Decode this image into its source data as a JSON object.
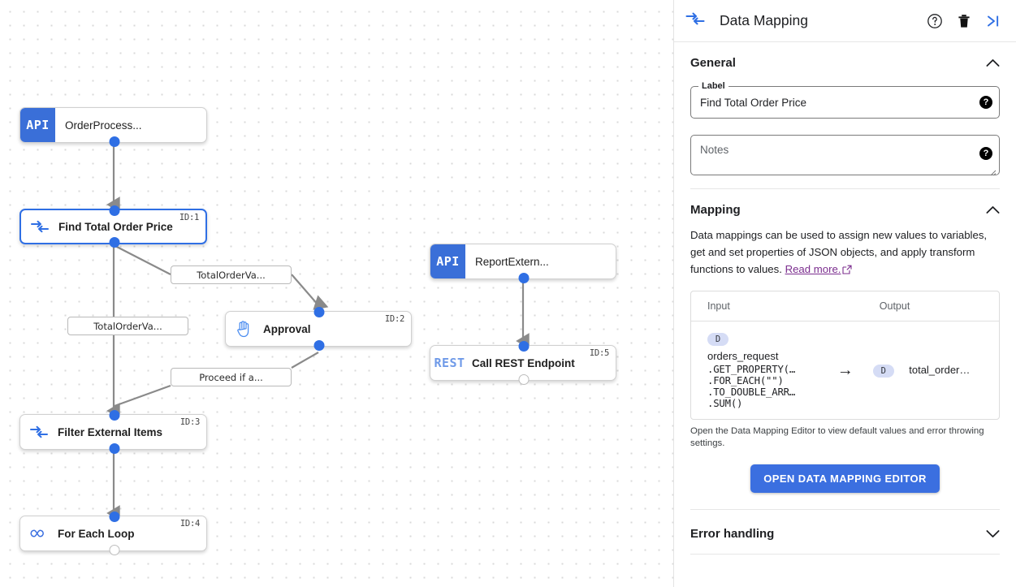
{
  "panel": {
    "header": {
      "icon": "data-mapping-icon",
      "title": "Data Mapping",
      "help_icon": "help-circle-icon",
      "delete_icon": "trash-icon",
      "collapse_icon": "collapse-panel-icon"
    },
    "general": {
      "title": "General",
      "collapse_state": "expanded",
      "label_field": {
        "legend": "Label",
        "value": "Find Total Order Price",
        "help": "?"
      },
      "notes_field": {
        "placeholder": "Notes",
        "value": "",
        "help": "?"
      }
    },
    "mapping": {
      "title": "Mapping",
      "collapse_state": "expanded",
      "description_part1": "Data mappings can be used to assign new values to variables, get and set properties of JSON objects, and apply transform functions to values. ",
      "read_more": "Read more.",
      "columns": [
        "Input",
        "Output"
      ],
      "row": {
        "input_badge": "D",
        "input_var": "orders_request",
        "input_functions": [
          ".GET_PROPERTY(…",
          ".FOR_EACH(\"\")",
          ".TO_DOUBLE_ARR…",
          ".SUM()"
        ],
        "arrow": "→",
        "output_badge": "D",
        "output_var": "total_order…"
      },
      "note": "Open the Data Mapping Editor to view default values and error throwing settings.",
      "button": "OPEN DATA MAPPING EDITOR"
    },
    "error_handling": {
      "title": "Error handling",
      "collapse_state": "collapsed"
    }
  },
  "canvas": {
    "nodes": [
      {
        "id": "",
        "chip": "API",
        "chip_type": "api",
        "label": "OrderProcess...",
        "selected": false,
        "bottom_port": "filled",
        "top_port": "none"
      },
      {
        "id": "ID:1",
        "icon": "data-mapping-icon",
        "label": "Find Total Order Price",
        "selected": true,
        "bottom_port": "filled",
        "top_port": "filled"
      },
      {
        "id": "ID:2",
        "icon": "hand-approval-icon",
        "label": "Approval",
        "selected": false,
        "bottom_port": "filled",
        "top_port": "filled"
      },
      {
        "id": "ID:3",
        "icon": "data-mapping-icon",
        "label": "Filter External Items",
        "selected": false,
        "bottom_port": "filled",
        "top_port": "filled"
      },
      {
        "id": "ID:4",
        "icon": "loop-icon",
        "label": "For Each Loop",
        "selected": false,
        "bottom_port": "hollow",
        "top_port": "filled"
      },
      {
        "id": "",
        "chip": "API",
        "chip_type": "api",
        "label": "ReportExtern...",
        "selected": false,
        "bottom_port": "filled",
        "top_port": "none"
      },
      {
        "id": "ID:5",
        "chip": "REST",
        "chip_type": "rest",
        "label": "Call REST Endpoint",
        "selected": false,
        "bottom_port": "hollow",
        "top_port": "filled"
      }
    ],
    "edge_labels": [
      "TotalOrderVa...",
      "TotalOrderVa...",
      "Proceed if a..."
    ]
  },
  "colors": {
    "accent_blue": "#3b6fe0",
    "node_chip_blue": "#3a6fd8",
    "rest_blue": "#6f9ae8",
    "link_purple": "#7b2d8e",
    "badge_lavender": "#d5dcf5",
    "edge_gray": "#8a8a8a"
  }
}
